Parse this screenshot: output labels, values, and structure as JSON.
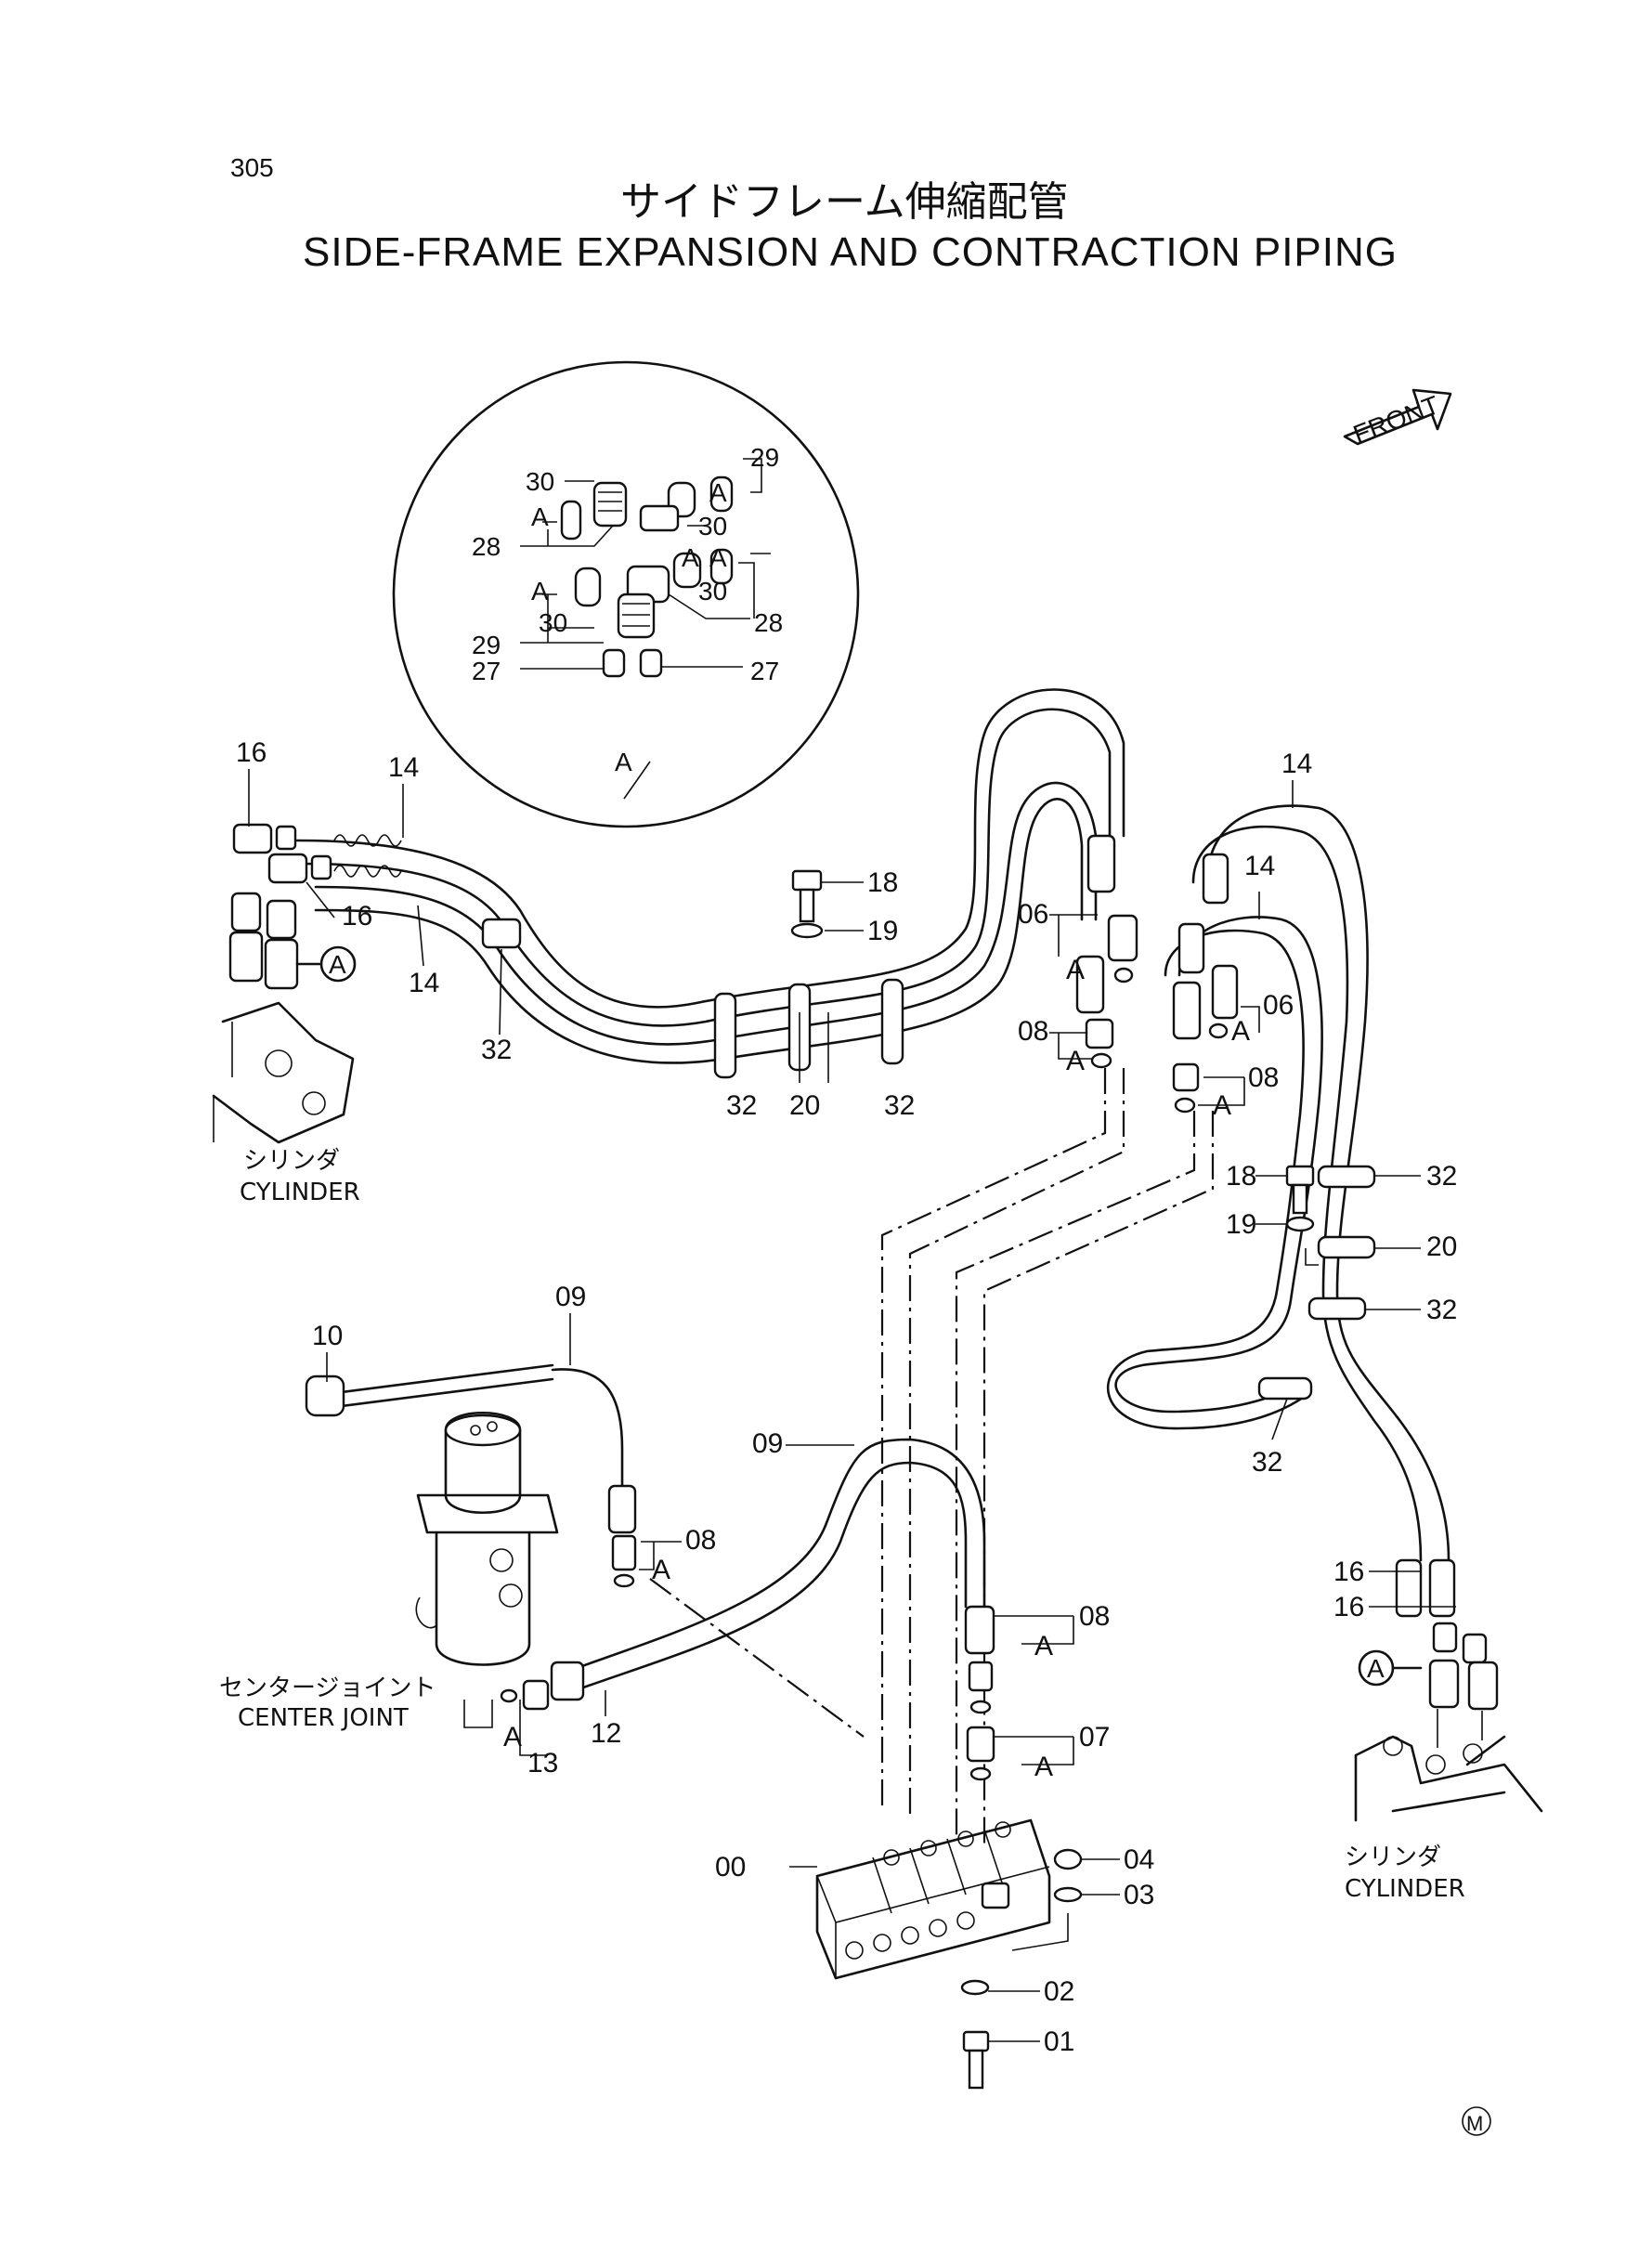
{
  "page": {
    "number": "305",
    "mark": "M"
  },
  "title": {
    "japanese": "サイドフレーム伸縮配管",
    "english": "SIDE-FRAME EXPANSION AND CONTRACTION PIPING"
  },
  "front_badge": "FRONT",
  "detail": {
    "label": "A"
  },
  "captions": {
    "cylinder_left_jp": "シリンダ",
    "cylinder_left_en": "CYLINDER",
    "cylinder_right_jp": "シリンダ",
    "cylinder_right_en": "CYLINDER",
    "center_joint_jp": "センタージョイント",
    "center_joint_en": "CENTER JOINT"
  },
  "callouts": {
    "p30a": "30",
    "p29a": "29",
    "pAa": "A",
    "p30b": "30",
    "pAb": "A",
    "p28a": "28",
    "pAc": "A",
    "pAd": "A",
    "p30c": "30",
    "pAe": "A",
    "p28b": "28",
    "p30d": "30",
    "p29b": "29",
    "p27a": "27",
    "p27b": "27",
    "pAcircle": "A",
    "l16a": "16",
    "l14a": "14",
    "l16b": "16",
    "l14b": "14",
    "l32a": "32",
    "lAcircle": "A",
    "m18": "18",
    "m19": "19",
    "m32a": "32",
    "m20": "20",
    "m32b": "32",
    "m06": "06",
    "mA1": "A",
    "m08": "08",
    "mA2": "A",
    "r14a": "14",
    "r14b": "14",
    "r06": "06",
    "rA1": "A",
    "r08": "08",
    "rA2": "A",
    "r18": "18",
    "r19": "19",
    "r32a": "32",
    "r20": "20",
    "r32b": "32",
    "r32c": "32",
    "r16a": "16",
    "r16b": "16",
    "rAcircle": "A",
    "c09a": "09",
    "c10": "10",
    "c08": "08",
    "cA1": "A",
    "c09b": "09",
    "c12": "12",
    "cA2": "A",
    "c13": "13",
    "v08": "08",
    "vA1": "A",
    "v07": "07",
    "vA2": "A",
    "v00": "00",
    "v04": "04",
    "v03": "03",
    "v02": "02",
    "v01": "01"
  }
}
